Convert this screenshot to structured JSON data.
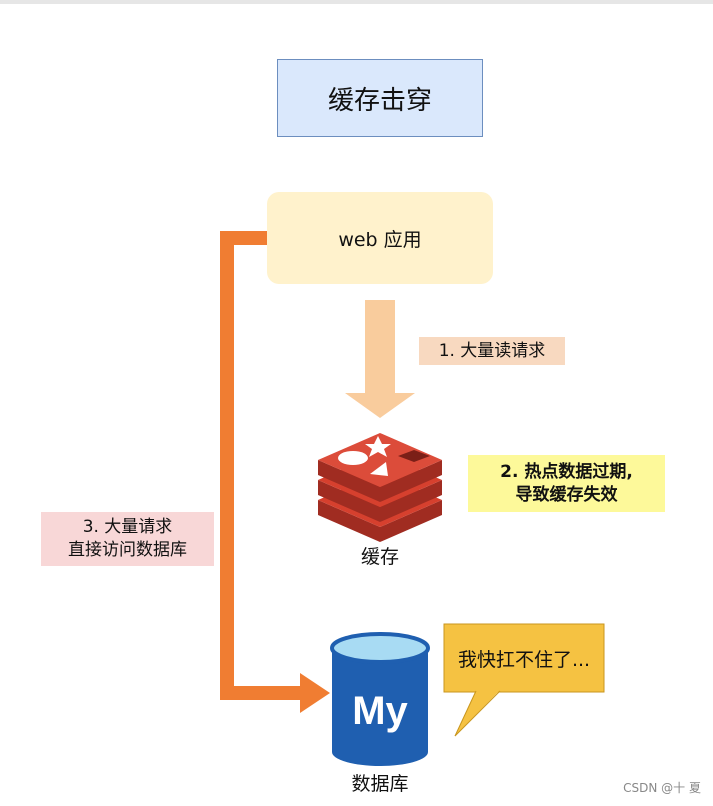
{
  "title": "缓存击穿",
  "web_app": "web 应用",
  "step1": "1. 大量读请求",
  "step2": {
    "line1": "2. 热点数据过期,",
    "line2": "导致缓存失效"
  },
  "step3": {
    "line1": "3. 大量请求",
    "line2": "直接访问数据库"
  },
  "cache_label": "缓存",
  "db_label": "数据库",
  "db_logo_text": "My",
  "bubble": "我快扛不住了...",
  "watermark": "CSDN @十 夏",
  "colors": {
    "title_fill": "#dae8fc",
    "title_border": "#6c8ebf",
    "web_fill": "#fff2cc",
    "down_arrow": "#f9cc9d",
    "side_arrow": "#f07d32",
    "redis_red": "#c0392b",
    "db_blue": "#1f5fb0",
    "db_cap": "#a8dbf3",
    "bubble": "#f5c242"
  },
  "icons": [
    "down-arrow-icon",
    "redis-icon",
    "mysql-database-icon",
    "speech-bubble-icon",
    "orange-arrow-icon"
  ]
}
